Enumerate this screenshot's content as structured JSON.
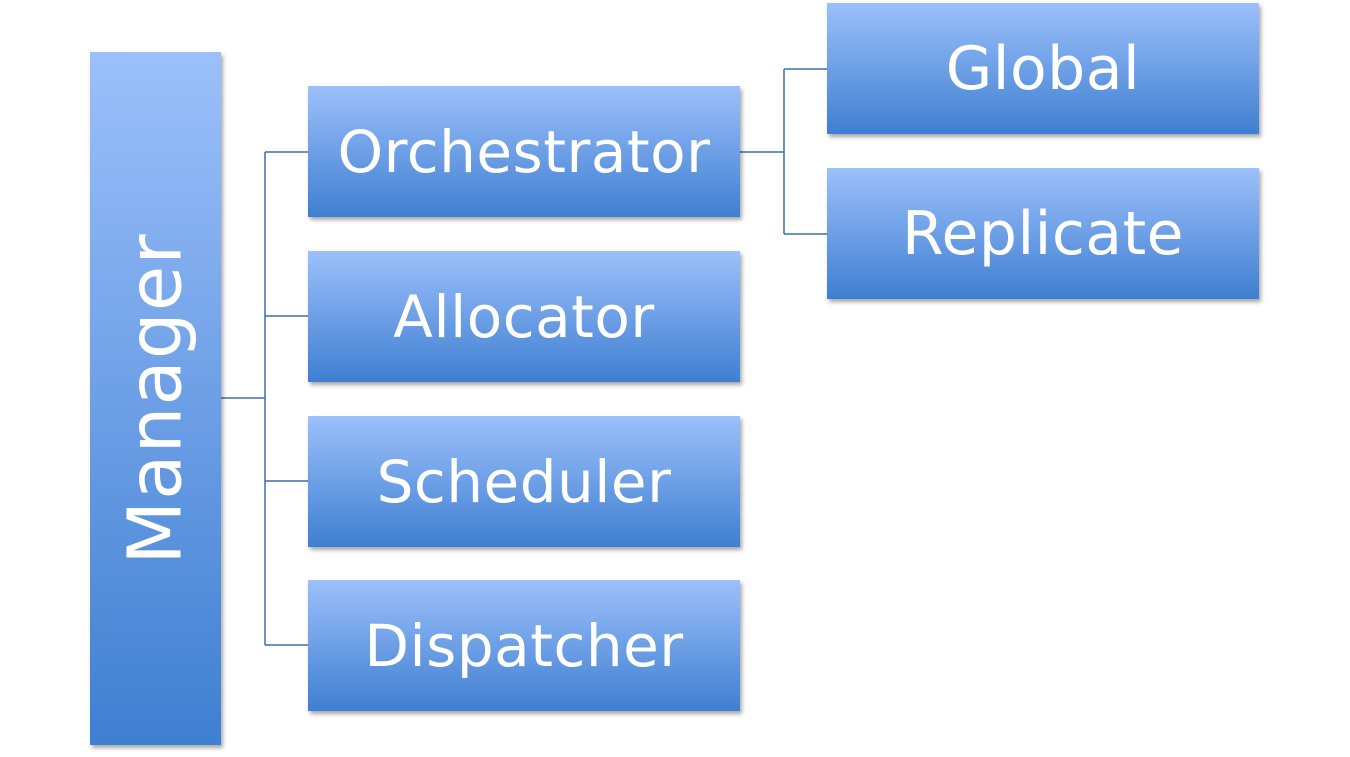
{
  "root": {
    "label": "Manager"
  },
  "children": [
    {
      "label": "Orchestrator"
    },
    {
      "label": "Allocator"
    },
    {
      "label": "Scheduler"
    },
    {
      "label": "Dispatcher"
    }
  ],
  "orchestrator_children": [
    {
      "label": "Global"
    },
    {
      "label": "Replicate"
    }
  ],
  "colors": {
    "node_top": "#9cc0fb",
    "node_bottom": "#3f7fd1",
    "text": "#ffffff",
    "connector": "#3f6fa8"
  }
}
